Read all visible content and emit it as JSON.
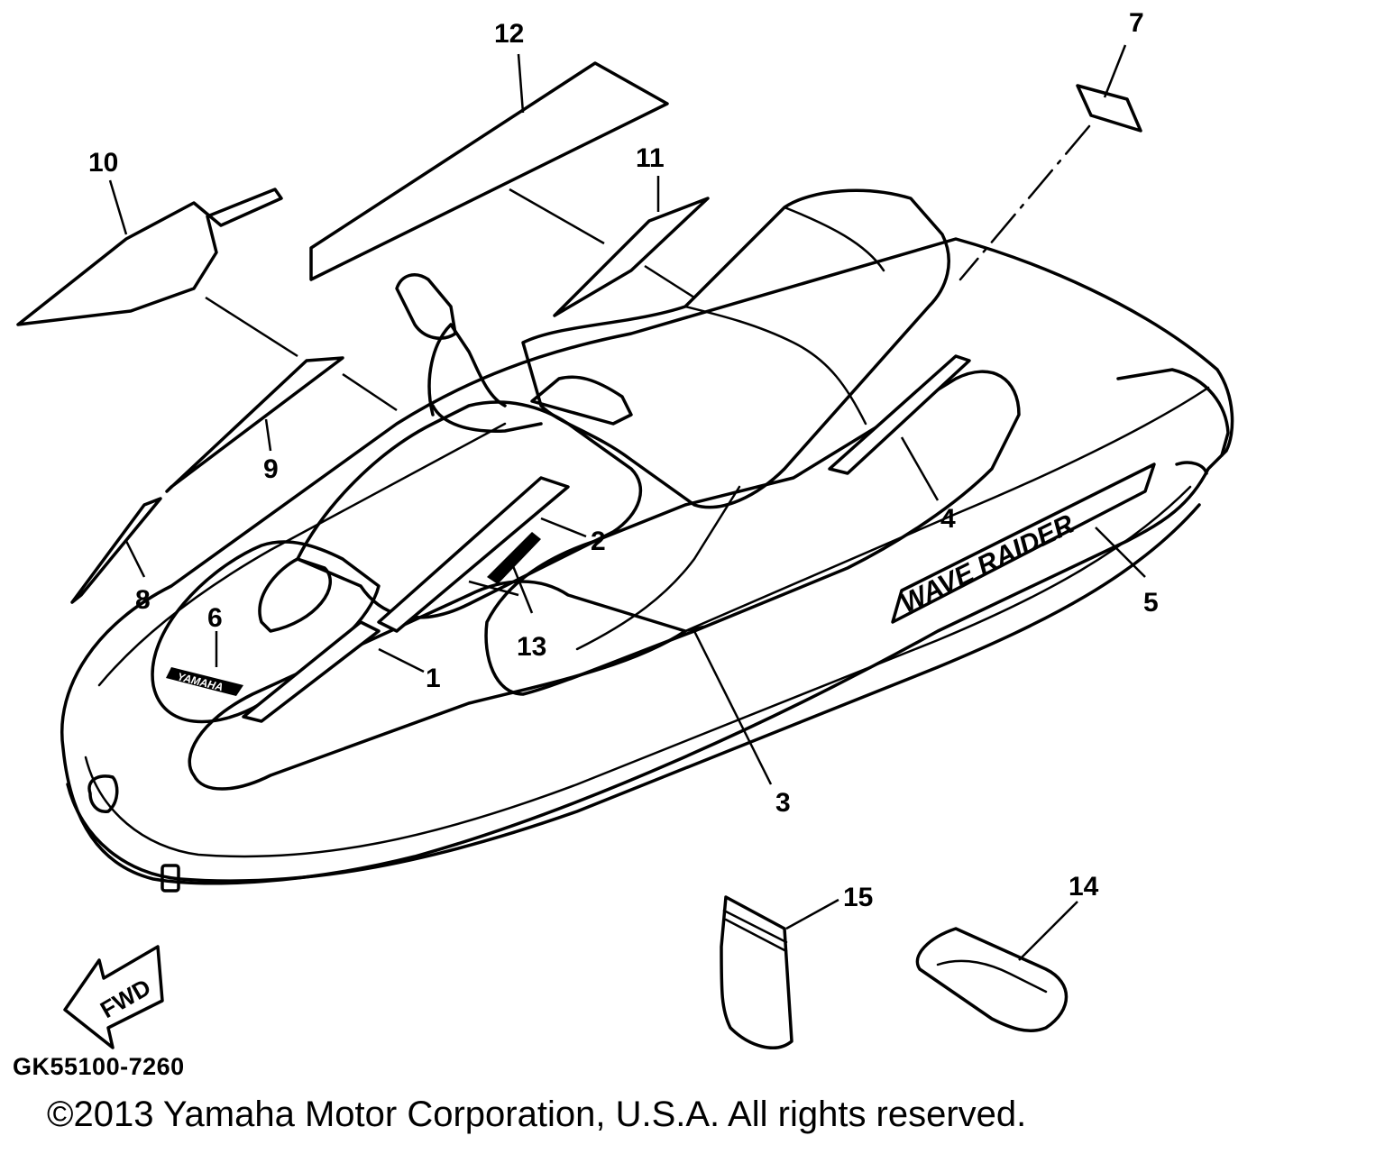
{
  "diagram": {
    "callouts": [
      {
        "id": "1",
        "label": "1"
      },
      {
        "id": "2",
        "label": "2"
      },
      {
        "id": "3",
        "label": "3"
      },
      {
        "id": "4",
        "label": "4"
      },
      {
        "id": "5",
        "label": "5"
      },
      {
        "id": "6",
        "label": "6"
      },
      {
        "id": "7",
        "label": "7"
      },
      {
        "id": "8",
        "label": "8"
      },
      {
        "id": "9",
        "label": "9"
      },
      {
        "id": "10",
        "label": "10"
      },
      {
        "id": "11",
        "label": "11"
      },
      {
        "id": "12",
        "label": "12"
      },
      {
        "id": "13",
        "label": "13"
      },
      {
        "id": "14",
        "label": "14"
      },
      {
        "id": "15",
        "label": "15"
      }
    ],
    "fwd_label": "FWD",
    "decal_texts": {
      "brand": "YAMAHA",
      "model": "WAVE RAIDER"
    }
  },
  "footer": {
    "part_code": "GK55100-7260",
    "copyright": "©2013 Yamaha Motor Corporation, U.S.A. All rights reserved."
  }
}
